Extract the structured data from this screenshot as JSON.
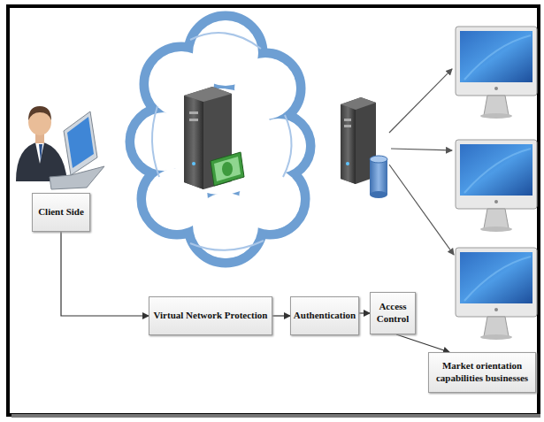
{
  "diagram": {
    "nodes": [
      {
        "text": [
          "Client Side"
        ]
      },
      {
        "text": [
          "Virtual Network Protection"
        ]
      },
      {
        "text": [
          "Authentication"
        ]
      },
      {
        "text": [
          "Access Control"
        ]
      },
      {
        "text": [
          "Market orientation capabilities businesses"
        ]
      }
    ],
    "edges": [
      {
        "from": 0,
        "to": 1,
        "arrow": "to"
      },
      {
        "from": 1,
        "to": 2,
        "arrow": "to"
      },
      {
        "from": 2,
        "to": 3,
        "arrow": "to"
      },
      {
        "from": 3,
        "to": 4,
        "arrow": "to"
      }
    ]
  }
}
